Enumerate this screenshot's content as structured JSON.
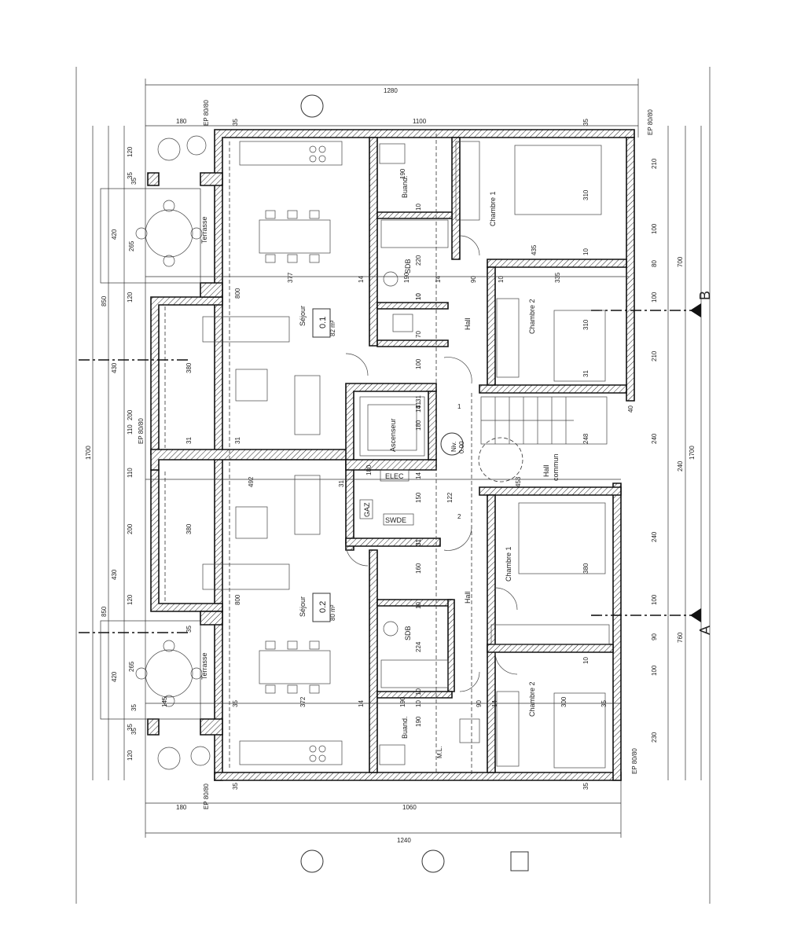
{
  "dimensions": {
    "top_overall": "1280",
    "top_inner": "1100",
    "bottom_inner": "1060",
    "bottom_overall": "1240",
    "top_left_offset": "180",
    "bottom_left_offset": "180",
    "left_total": "1700",
    "right_total": "1700",
    "left_850_a": "850",
    "left_850_b": "850",
    "right_700": "700",
    "right_760": "760",
    "left_chain": [
      "120",
      "35",
      "420",
      "265",
      "120",
      "430",
      "200",
      "110",
      "110",
      "200",
      "430",
      "120",
      "265",
      "420",
      "35",
      "120"
    ],
    "right_chain": [
      "210",
      "100",
      "80",
      "100",
      "210",
      "40",
      "240",
      "240",
      "240",
      "100",
      "90",
      "100",
      "230"
    ],
    "wall_35": [
      "35",
      "35",
      "35",
      "35",
      "35",
      "35",
      "35",
      "35"
    ],
    "interior": [
      "190",
      "10",
      "220",
      "10",
      "70",
      "100",
      "10",
      "180",
      "31",
      "14",
      "14",
      "14",
      "150",
      "31",
      "160",
      "10",
      "224",
      "10",
      "190",
      "180",
      "377",
      "14",
      "190",
      "90",
      "10",
      "335",
      "310",
      "310",
      "31",
      "435",
      "10",
      "492",
      "31",
      "122",
      "453",
      "248",
      "380",
      "380",
      "800",
      "800",
      "31",
      "31",
      "372",
      "145",
      "35",
      "14",
      "190",
      "10",
      "90",
      "14",
      "300",
      "35",
      "380",
      "10",
      "31",
      "31"
    ]
  },
  "rooms": {
    "sejour_top": "Séjour",
    "sejour_bottom": "Séjour",
    "unit_top_number": "0.1",
    "unit_top_area": "82 m²",
    "unit_bottom_number": "0.2",
    "unit_bottom_area": "80 m²",
    "terrasse_top": "Terrasse",
    "terrasse_bottom": "Terrasse",
    "buand_top": "Buand.",
    "buand_bottom": "Buand.",
    "sdb_top": "SDB",
    "sdb_bottom": "SDB",
    "hall_top": "Hall",
    "hall_bottom": "Hall",
    "chambre1_top": "Chambre 1",
    "chambre2_top": "Chambre 2",
    "chambre1_bottom": "Chambre 1",
    "chambre2_bottom": "Chambre 2",
    "ascenseur": "Ascenseur",
    "hall_commun_1": "Hall",
    "hall_commun_2": "commun",
    "elec": "ELEC",
    "gaz": "GAZ",
    "swde": "SWDE",
    "niv_1": "Niv.",
    "niv_2": "0.00",
    "stair_1": "1",
    "stair_2": "2",
    "ep_top_left": "EP 80/80",
    "ep_top_right": "EP 80/80",
    "ep_mid_left": "EP 80/80",
    "ep_bottom_left": "EP 80/80",
    "ep_bottom_right": "EP 80/80",
    "ml": "M.L."
  },
  "axes": {
    "B": "B",
    "A": "A"
  }
}
